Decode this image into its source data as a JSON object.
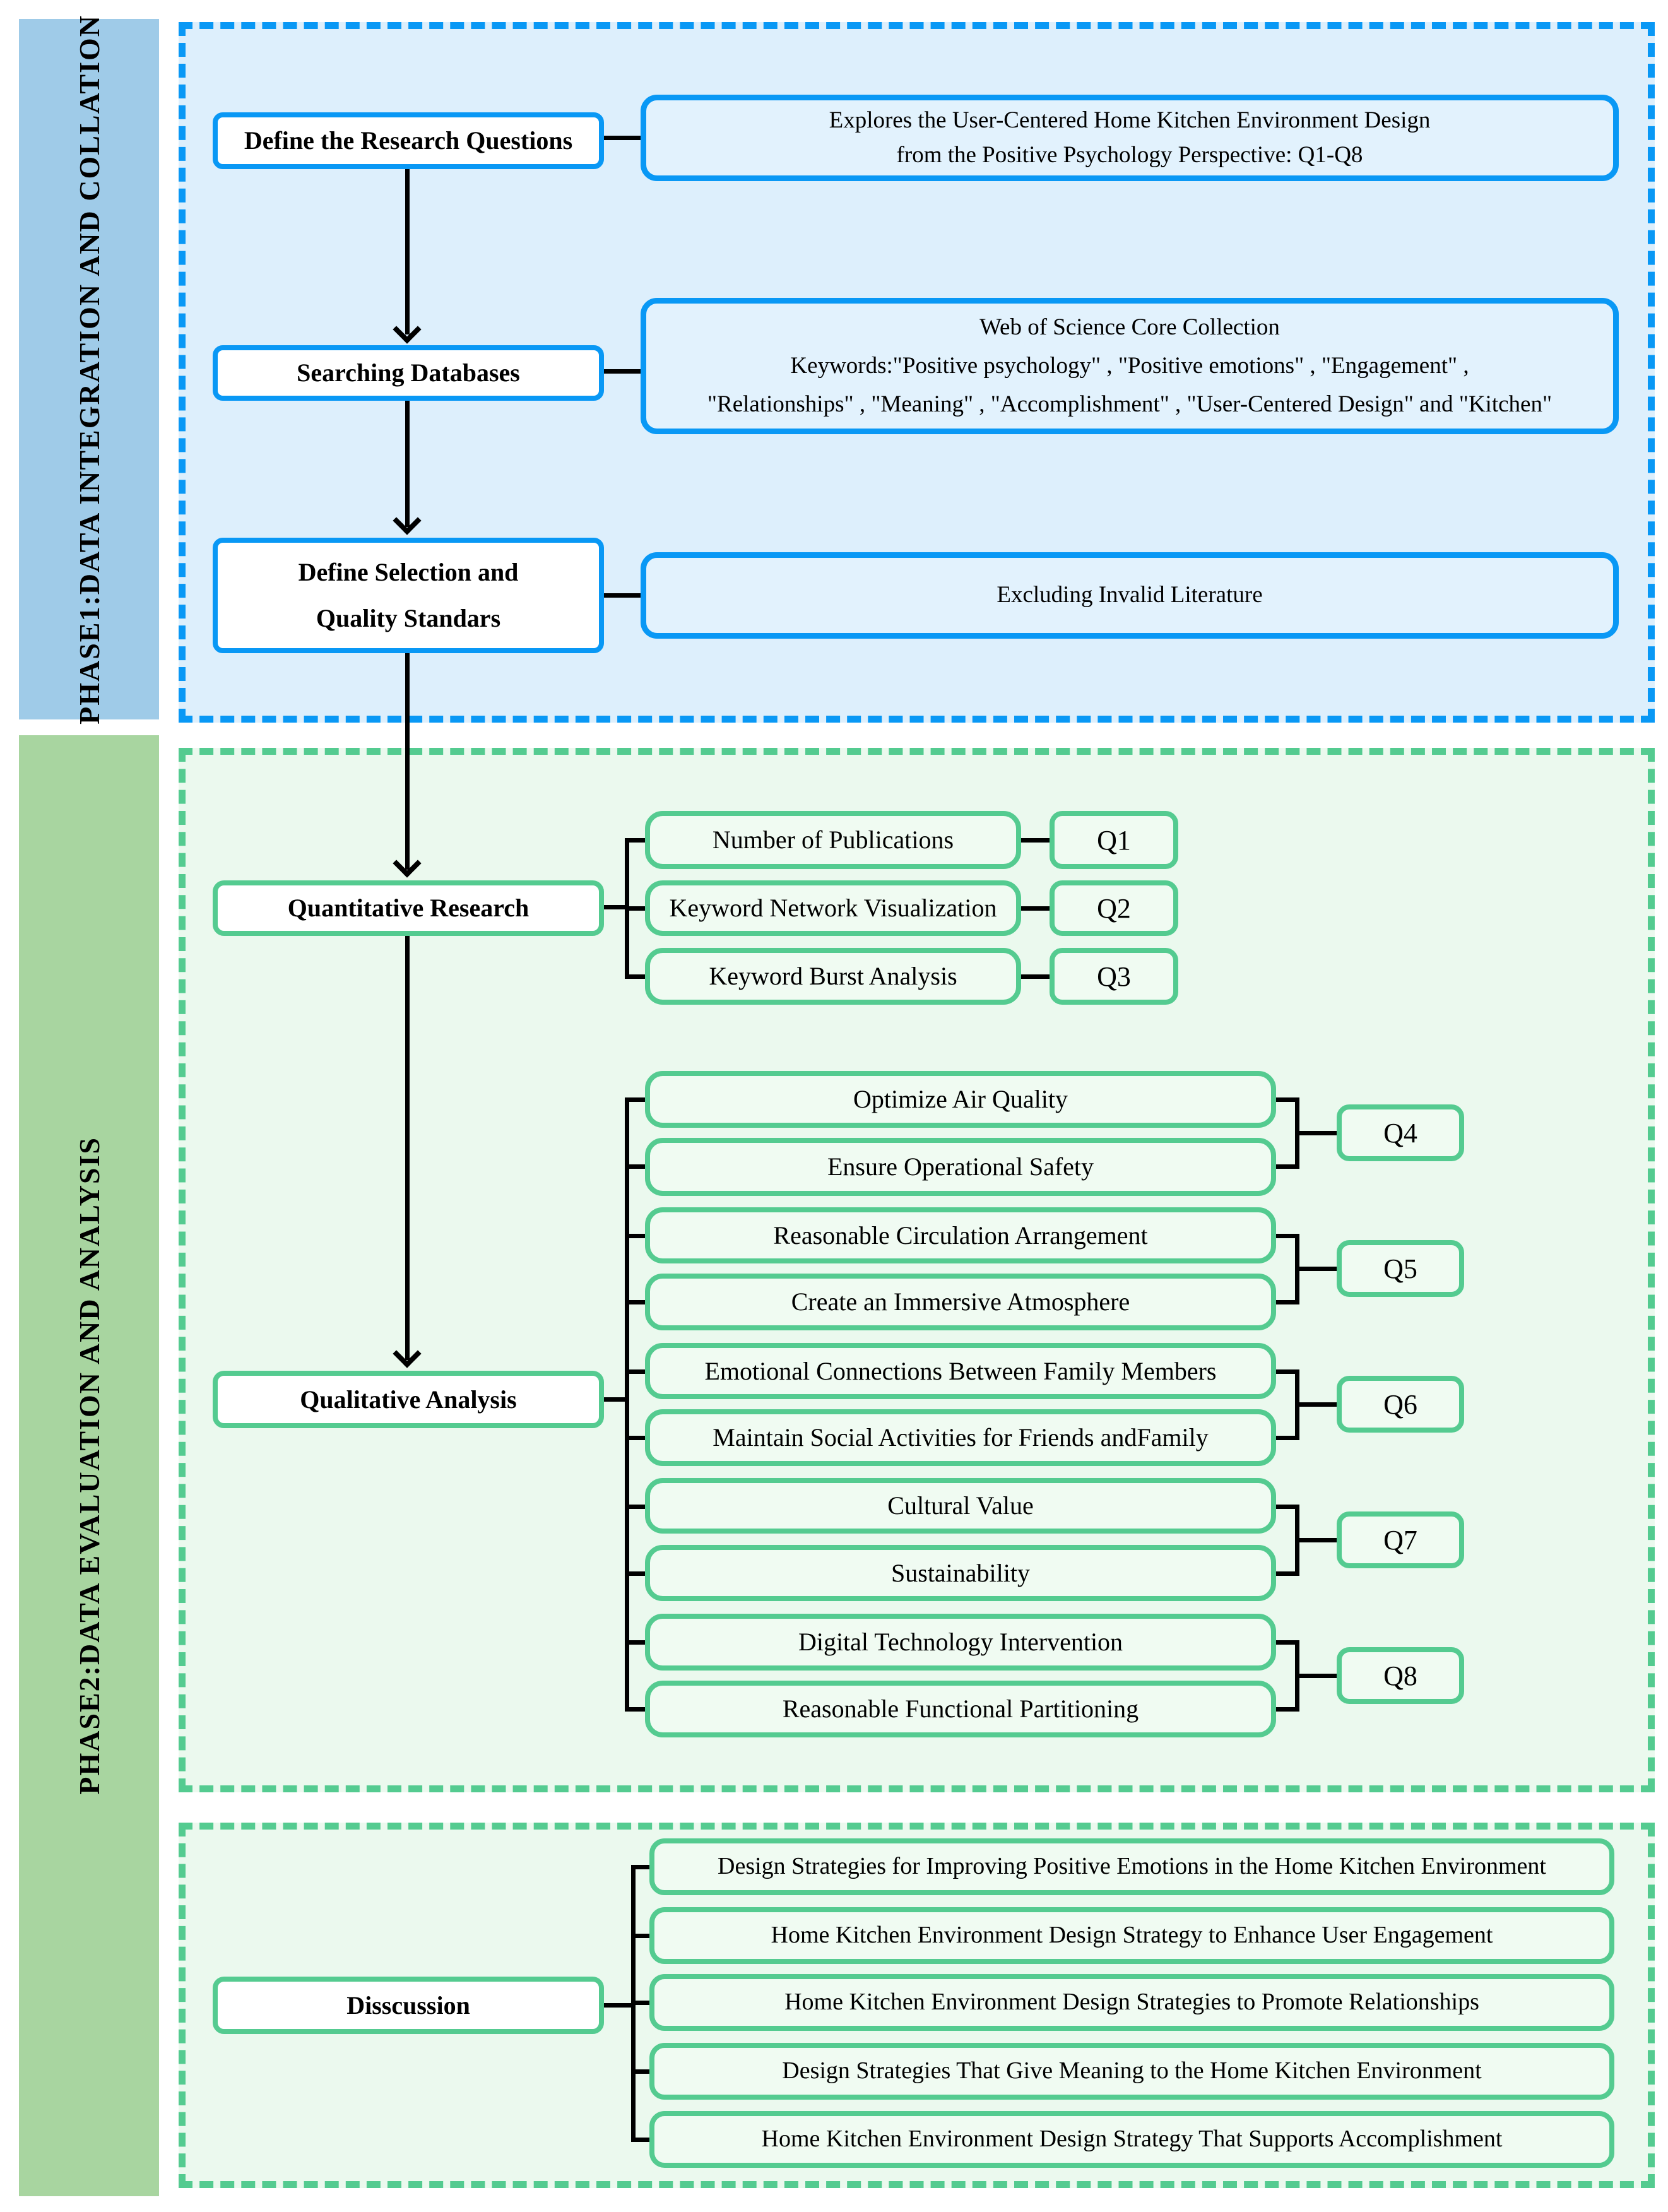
{
  "phase1": {
    "sidebar": "PHASE1:DATA INTEGRATION AND COLLATION",
    "step1": {
      "label": "Define the Research Questions",
      "desc1": "Explores the User-Centered Home Kitchen Environment Design",
      "desc2": "from the Positive Psychology Perspective: Q1-Q8"
    },
    "step2": {
      "label": "Searching Databases",
      "desc1": "Web of Science Core Collection",
      "desc2": "Keywords:\"Positive psychology\" , \"Positive emotions\" , \"Engagement\" ,",
      "desc3": "\"Relationships\" , \"Meaning\" , \"Accomplishment\" , \"User-Centered Design\" and \"Kitchen\""
    },
    "step3": {
      "label1": "Define Selection and",
      "label2": "Quality Standars",
      "desc": "Excluding Invalid Literature"
    }
  },
  "phase2": {
    "sidebar": "PHASE2:DATA EVALUATION AND ANALYSIS",
    "quantitative": {
      "label": "Quantitative Research",
      "items": [
        {
          "label": "Number of Publications",
          "q": "Q1"
        },
        {
          "label": "Keyword Network Visualization",
          "q": "Q2"
        },
        {
          "label": "Keyword Burst Analysis",
          "q": "Q3"
        }
      ]
    },
    "qualitative": {
      "label": "Qualitative Analysis",
      "items": [
        "Optimize Air Quality",
        "Ensure Operational Safety",
        "Reasonable Circulation Arrangement",
        "Create an Immersive Atmosphere",
        "Emotional Connections Between Family Members",
        "Maintain Social Activities for Friends andFamily",
        "Cultural Value",
        "Sustainability",
        "Digital Technology Intervention",
        "Reasonable Functional Partitioning"
      ],
      "qs": [
        "Q4",
        "Q5",
        "Q6",
        "Q7",
        "Q8"
      ]
    },
    "discussion": {
      "label": "Disscussion",
      "items": [
        "Design Strategies for Improving Positive Emotions in the Home Kitchen Environment",
        "Home Kitchen Environment Design Strategy to Enhance User Engagement",
        "Home Kitchen Environment Design Strategies to Promote Relationships",
        "Design Strategies That Give Meaning to the Home Kitchen Environment",
        "Home Kitchen Environment Design Strategy That Supports Accomplishment"
      ]
    }
  },
  "colors": {
    "phase1_sidebar_bg": "#9fcbe8",
    "phase1_region_bg": "#ddeffc",
    "phase1_border": "#0998f5",
    "phase2_sidebar_bg": "#a8d5a0",
    "phase2_region_bg": "#ebf9ee",
    "phase2_border": "#54cb90",
    "connector": "#000000"
  }
}
